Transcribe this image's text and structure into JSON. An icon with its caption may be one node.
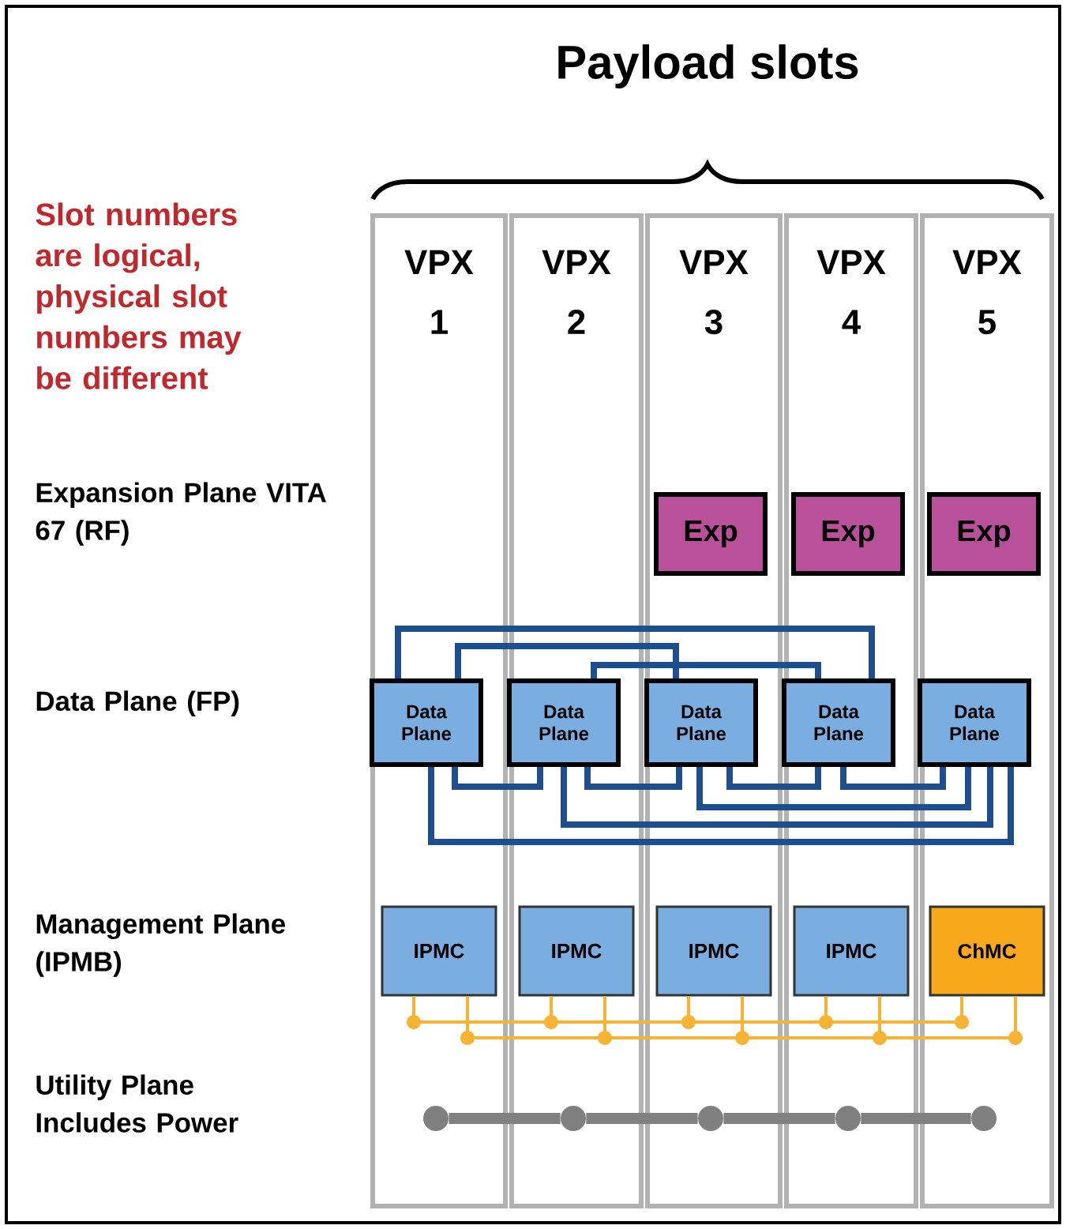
{
  "diagram": {
    "title": "Payload slots",
    "nodes": [
      {
        "text": [
          "VPX 1"
        ]
      },
      {
        "text": [
          "VPX 2"
        ]
      },
      {
        "text": [
          "VPX 3"
        ]
      },
      {
        "text": [
          "VPX 4"
        ]
      },
      {
        "text": [
          "VPX 5"
        ]
      },
      {
        "text": [
          "Exp"
        ],
        "in": 2
      },
      {
        "text": [
          "Exp"
        ],
        "in": 3
      },
      {
        "text": [
          "Exp"
        ],
        "in": 4
      },
      {
        "text": [
          "Data Plane"
        ],
        "in": 0
      },
      {
        "text": [
          "Data Plane"
        ],
        "in": 1
      },
      {
        "text": [
          "Data Plane"
        ],
        "in": 2
      },
      {
        "text": [
          "Data Plane"
        ],
        "in": 3
      },
      {
        "text": [
          "Data Plane"
        ],
        "in": 4
      },
      {
        "text": [
          "IPMC"
        ],
        "in": 0
      },
      {
        "text": [
          "IPMC"
        ],
        "in": 1
      },
      {
        "text": [
          "IPMC"
        ],
        "in": 2
      },
      {
        "text": [
          "IPMC"
        ],
        "in": 3
      },
      {
        "text": [
          "ChMC"
        ],
        "in": 4
      },
      {
        "text": [],
        "shape": "circle",
        "in": 0
      },
      {
        "text": [],
        "shape": "circle",
        "in": 1
      },
      {
        "text": [],
        "shape": "circle",
        "in": 2
      },
      {
        "text": [],
        "shape": "circle",
        "in": 3
      },
      {
        "text": [],
        "shape": "circle",
        "in": 4
      }
    ],
    "edges": [
      {
        "from": 8,
        "to": 11,
        "arrow": "none"
      },
      {
        "from": 8,
        "to": 10,
        "arrow": "none"
      },
      {
        "from": 9,
        "to": 11,
        "arrow": "none"
      },
      {
        "from": 8,
        "to": 9,
        "arrow": "none"
      },
      {
        "from": 9,
        "to": 10,
        "arrow": "none"
      },
      {
        "from": 10,
        "to": 11,
        "arrow": "none"
      },
      {
        "from": 11,
        "to": 12,
        "arrow": "none"
      },
      {
        "from": 10,
        "to": 12,
        "arrow": "none"
      },
      {
        "from": 9,
        "to": 12,
        "arrow": "none"
      },
      {
        "from": 8,
        "to": 12,
        "arrow": "none"
      },
      {
        "from": 13,
        "to": 14,
        "arrow": "none",
        "color": "#f7b334"
      },
      {
        "from": 14,
        "to": 15,
        "arrow": "none",
        "color": "#f7b334"
      },
      {
        "from": 15,
        "to": 16,
        "arrow": "none",
        "color": "#f7b334"
      },
      {
        "from": 16,
        "to": 17,
        "arrow": "none",
        "color": "#f7b334"
      },
      {
        "from": 13,
        "to": 14,
        "arrow": "none",
        "color": "#f7b334"
      },
      {
        "from": 14,
        "to": 15,
        "arrow": "none",
        "color": "#f7b334"
      },
      {
        "from": 15,
        "to": 16,
        "arrow": "none",
        "color": "#f7b334"
      },
      {
        "from": 16,
        "to": 17,
        "arrow": "none",
        "color": "#f7b334"
      },
      {
        "from": 18,
        "to": 19,
        "arrow": "none",
        "color": "#808080"
      },
      {
        "from": 19,
        "to": 20,
        "arrow": "none",
        "color": "#808080"
      },
      {
        "from": 20,
        "to": 21,
        "arrow": "none",
        "color": "#808080"
      },
      {
        "from": 21,
        "to": 22,
        "arrow": "none",
        "color": "#808080"
      }
    ],
    "labels": [
      "Slot numbers are logical, physical slot numbers may be different",
      "Expansion Plane VITA 67 (RF)",
      "Data Plane (FP)",
      "Management Plane (IPMB)",
      "Utility Plane Includes Power"
    ]
  }
}
